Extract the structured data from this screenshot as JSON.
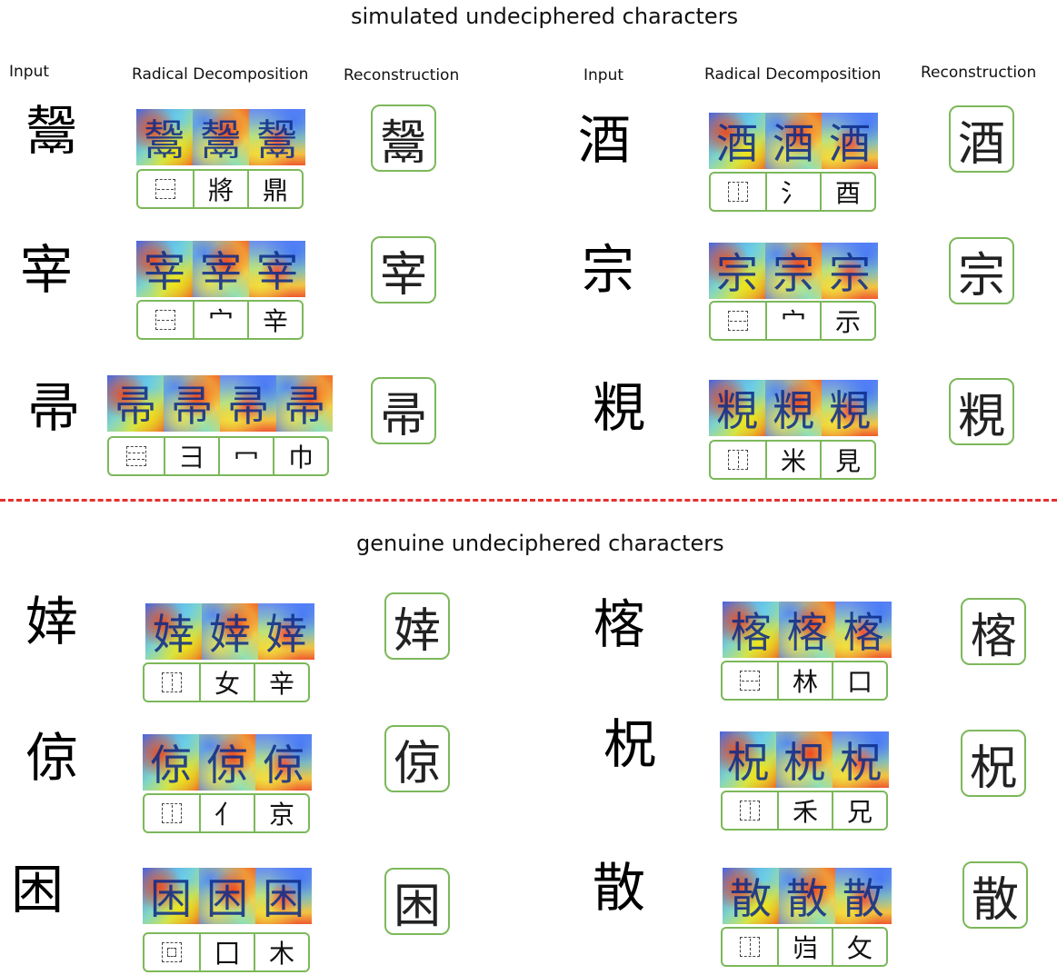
{
  "titles": {
    "simulated": "simulated undeciphered characters",
    "genuine": "genuine undeciphered characters"
  },
  "headers": {
    "input": "Input",
    "decomposition": "Radical Decomposition",
    "reconstruction": "Reconstruction"
  },
  "colors": {
    "box_border": "#7cb85a",
    "divider": "#e63030"
  },
  "rows": [
    {
      "input": "鬶",
      "radicals": [
        "將",
        "鼎"
      ],
      "layout": "tb",
      "tiles": 3,
      "recon": "鬶"
    },
    {
      "input": "宰",
      "radicals": [
        "宀",
        "辛"
      ],
      "layout": "tb",
      "tiles": 3,
      "recon": "宰"
    },
    {
      "input": "帚",
      "radicals": [
        "彐",
        "冖",
        "巾"
      ],
      "layout": "ttb",
      "tiles": 4,
      "recon": "帚"
    },
    {
      "input": "酒",
      "radicals": [
        "氵",
        "酉"
      ],
      "layout": "lr",
      "tiles": 3,
      "recon": "酒"
    },
    {
      "input": "宗",
      "radicals": [
        "宀",
        "示"
      ],
      "layout": "tb",
      "tiles": 3,
      "recon": "宗"
    },
    {
      "input": "粯",
      "radicals": [
        "米",
        "見"
      ],
      "layout": "lr",
      "tiles": 3,
      "recon": "粯"
    },
    {
      "input": "婞",
      "radicals": [
        "女",
        "辛"
      ],
      "layout": "lr",
      "tiles": 3,
      "recon": "婞"
    },
    {
      "input": "倞",
      "radicals": [
        "亻",
        "京"
      ],
      "layout": "lr",
      "tiles": 3,
      "recon": "倞"
    },
    {
      "input": "困",
      "radicals": [
        "囗",
        "木"
      ],
      "layout": "enc",
      "tiles": 3,
      "recon": "困"
    },
    {
      "input": "楁",
      "radicals": [
        "林",
        "口"
      ],
      "layout": "tb",
      "tiles": 3,
      "recon": "楁"
    },
    {
      "input": "柷",
      "radicals": [
        "禾",
        "兄"
      ],
      "layout": "lr",
      "tiles": 3,
      "recon": "柷"
    },
    {
      "input": "散",
      "radicals": [
        "岿",
        "攵"
      ],
      "layout": "lr",
      "tiles": 3,
      "recon": "散"
    }
  ]
}
